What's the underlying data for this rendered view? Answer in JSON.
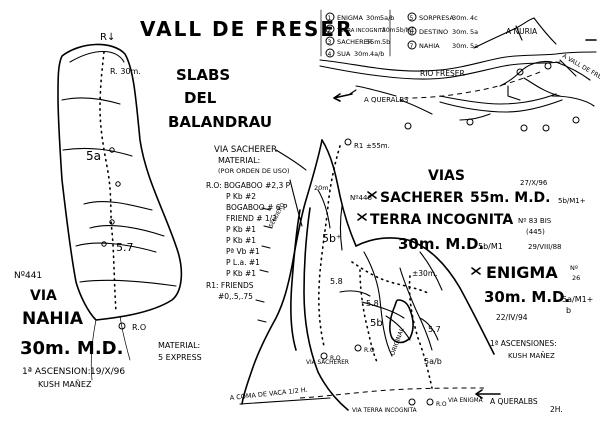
{
  "title": "VALL DE FRESER",
  "subtitle": [
    "SLABS",
    "DEL",
    "BALANDRAU"
  ],
  "legend": [
    {
      "num": "1",
      "name": "ENIGMA",
      "length": "30m.",
      "grade": "5a/b"
    },
    {
      "num": "2",
      "name": "TERRA INCOGNITA",
      "length": "30m.",
      "grade": "5b/M1"
    },
    {
      "num": "3",
      "name": "SACHERER",
      "length": "55m.",
      "grade": "5b"
    },
    {
      "num": "4",
      "name": "SUA",
      "length": "30m.",
      "grade": "4a/b"
    },
    {
      "num": "5",
      "name": "SORPRESA",
      "length": "30m.",
      "grade": "4c"
    },
    {
      "num": "6",
      "name": "DESTINO",
      "length": "30m.",
      "grade": "5a"
    },
    {
      "num": "7",
      "name": "NAHIA",
      "length": "30m.",
      "grade": "5a"
    }
  ],
  "map": {
    "nuria": "A NURIA",
    "car_park": "A VALL DE FRESER",
    "river": "RIO FRESER",
    "queralbs": "A QUERALBS"
  },
  "nahia": {
    "anchor": "R↓",
    "rappel": "R. 30m.",
    "grade_upper": "5a",
    "grade_lower": "5.7",
    "anchor_bottom": "R.O",
    "number": "Nº441",
    "name_line1": "VIA",
    "name_line2": "NAHIA",
    "size": "30m. M.D.",
    "first_ascent_label": "1ª ASCENSION:",
    "first_ascent_date": "19/X/96",
    "first_ascent_by": "KUSH MAÑEZ"
  },
  "sacherer_material": {
    "title": "VIA SACHERER",
    "subtitle": "MATERIAL:",
    "note": "(POR ORDEN DE USO)",
    "items": [
      "R.O: BOGABOO #2,3 P",
      "P Kb #2",
      "BOGABOO # 6 P",
      "FRIEND # 1/2",
      "P Kb #1",
      "P Kb #1",
      "Pª Vb #1",
      "P L.a. #1",
      "P Kb #1",
      "R1: FRIENDS",
      "#0,.5,.75"
    ]
  },
  "nahia_material": {
    "label": "MATERIAL:",
    "value": "5 EXPRESS"
  },
  "approach": {
    "caption": "A COMA DE VACA 1/2 H.",
    "to_queralbs": "A QUERALBS",
    "time": "2H.",
    "via_sacherer": "VIA SACHERER",
    "via_terra": "VIA TERRA INCOGNITA",
    "via_enigma": "VIA ENIGMA",
    "path_label": "SENDERO"
  },
  "topo_right": {
    "r1": "R1",
    "r1_height": "±55m.",
    "twenty_m": "20m.",
    "grade_5b_plus": "5b⁺",
    "grade_58_a": "5.8",
    "grade_58_b": "5.8",
    "grade_5b": "5b",
    "grade_57": "5.7",
    "grade_5ab": "5a/b",
    "thirty_m": "±30m.",
    "original": "ORIGINAL",
    "r0_a": "R.O",
    "r0_b": "R.O",
    "r0_c": "R.O"
  },
  "vias": {
    "heading": "VIAS",
    "sacherer_number": "Nº446",
    "sacherer_name": "SACHERER",
    "sacherer_size": "55m. M.D.",
    "sacherer_date": "27/X/96",
    "sacherer_grade": "5b/M1+",
    "terra_number": "Nº 83 BIS",
    "terra_number2": "(445)",
    "terra_name": "TERRA INCOGNITA",
    "terra_size": "30m. M.D.",
    "terra_grade": "5b/M1",
    "terra_date": "29/VIII/88",
    "enigma_number": "Nº",
    "enigma_number2": "26",
    "enigma_name": "ENIGMA",
    "enigma_size": "30m. M.D.",
    "enigma_grade": "5a/M1+",
    "enigma_grade2": "b",
    "enigma_date": "22/IV/94",
    "asc_label": "1ª ASCENSIONES:",
    "asc_by": "KUSH MAÑEZ"
  }
}
